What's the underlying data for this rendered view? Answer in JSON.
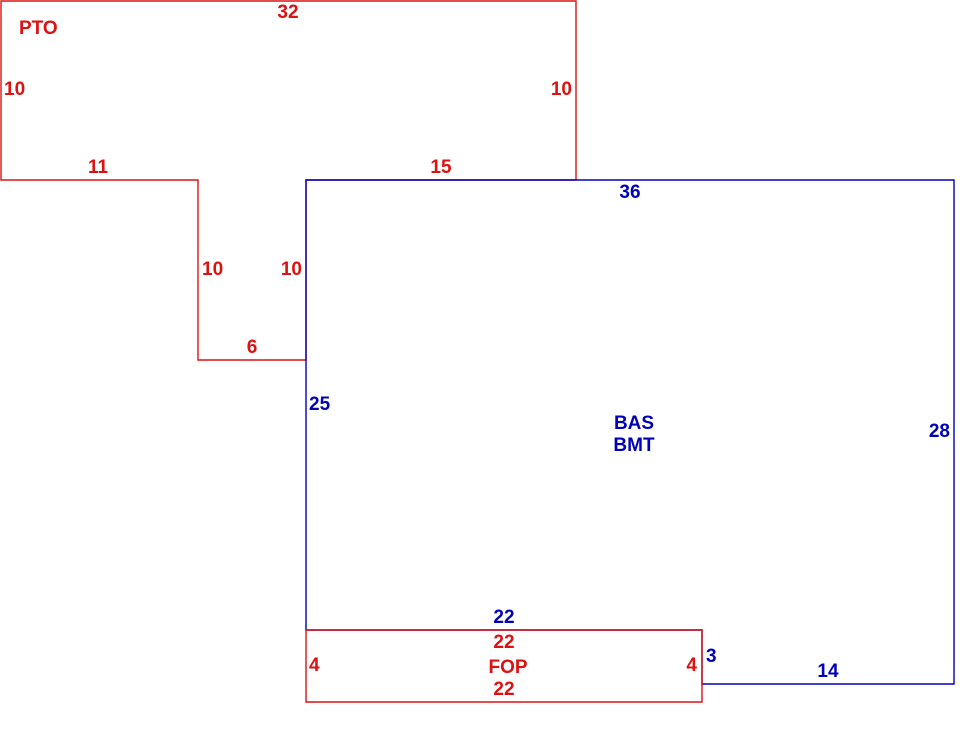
{
  "colors": {
    "red": "#dd1111",
    "blue": "#0000bb"
  },
  "pto": {
    "label": "PTO",
    "dims": {
      "top": "32",
      "left": "10",
      "right": "10",
      "bottom_left": "11",
      "bottom_right": "15",
      "step_outer": "10",
      "step_inner": "10",
      "step_bottom": "6"
    }
  },
  "bas": {
    "label_1": "BAS",
    "label_2": "BMT",
    "dims": {
      "top": "36",
      "left": "25",
      "right": "28",
      "bottom_left": "22",
      "notch_side": "3",
      "bottom_right": "14"
    }
  },
  "fop": {
    "label": "FOP",
    "dims": {
      "top": "22",
      "bottom": "22",
      "left": "4",
      "right": "4"
    }
  }
}
